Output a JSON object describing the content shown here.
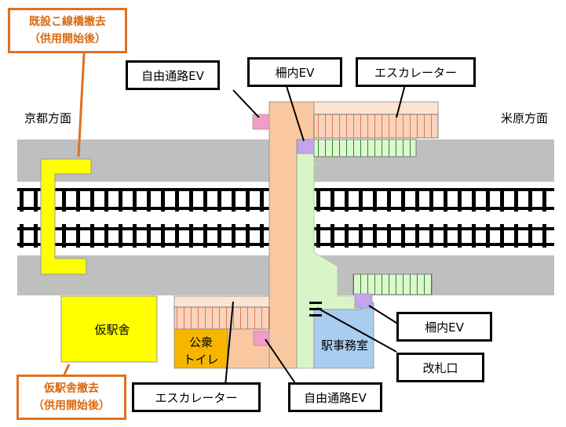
{
  "directions": {
    "left": "京都方面",
    "right": "米原方面"
  },
  "callouts": {
    "bridge_removal": {
      "line1": "既設こ線橋撤去",
      "line2": "（供用開始後）"
    },
    "temp_station_removal": {
      "line1": "仮駅舎撤去",
      "line2": "（供用開始後）"
    },
    "free_passage_ev_top": "自由通路EV",
    "fare_ev_top": "柵内EV",
    "escalator_top": "エスカレーター",
    "fare_ev_right": "柵内EV",
    "ticket_gate": "改札口",
    "escalator_bottom": "エスカレーター",
    "free_passage_ev_bottom": "自由通路EV"
  },
  "areas": {
    "temp_station": "仮駅舎",
    "public_toilet_line1": "公衆",
    "public_toilet_line2": "トイレ",
    "station_office": "駅事務室"
  },
  "colors": {
    "platform_gray": "#BFBFBF",
    "free_passage": "#FAC8A0",
    "concourse": "#D9F5C8",
    "escalator_stripe": "#F4A57F",
    "escalator_light": "#FCE3D3",
    "temp_structure": "#FFFF00",
    "toilet": "#F7B500",
    "station_office": "#A9CDEF",
    "ev_free": "#F29CC8",
    "ev_fare": "#C5A3F0",
    "callout_orange": "#E07020"
  }
}
